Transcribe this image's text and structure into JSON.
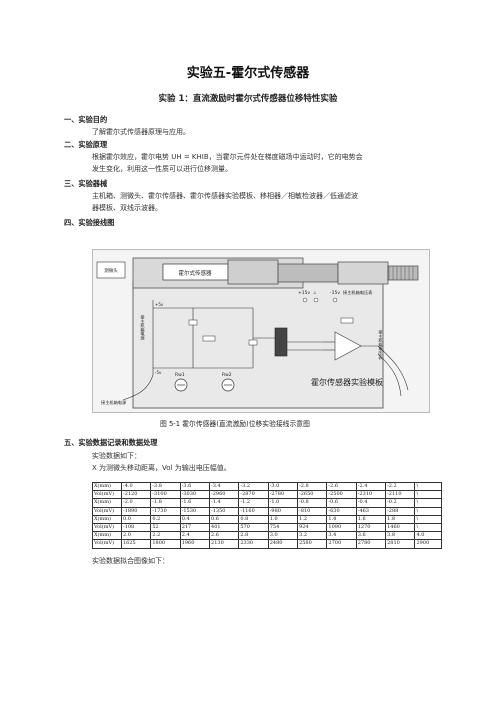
{
  "title": "实验五-霍尔式传感器",
  "subtitle": "实验 1：直流激励时霍尔式传感器位移特性实验",
  "sections": [
    {
      "heading": "一、实验目的",
      "lines": [
        "了解霍尔式传感器原理与应用。"
      ]
    },
    {
      "heading": "二、实验原理",
      "lines": [
        "根据霍尔效应，霍尔电势  UH = KHIB，当霍尔元件处在梯度磁场中运动时，它的电势会",
        "发生变化，利用这一性质可以进行位移测量。"
      ]
    },
    {
      "heading": "三、实验器械",
      "lines": [
        "主机箱、测微头、霍尔传感器、霍尔传感器实验模板、移相器／相敏检波器／低通滤波",
        "器模板、双线示波器。"
      ]
    },
    {
      "heading": "四、实验接线图",
      "lines": []
    }
  ],
  "figure": {
    "caption": "图 5-1    霍尔传感器(直流激励)位移实验接线示意图",
    "labels": {
      "micrometer": "测微头",
      "hall_sensor": "霍尔式传感器",
      "module": "霍尔传感器实验模板",
      "supply": "接主机箱电源",
      "meter": "接主机箱电压表",
      "rw1": "Rw1",
      "rw2": "Rw2",
      "plus15": "+15v",
      "minus15": "-15v",
      "ground": "⊥",
      "vplus": "+5v",
      "vminus": "-5v",
      "left_vertical": "接主机箱电源",
      "right_vertical": "接主机箱电压表"
    }
  },
  "section5": {
    "heading": "五、实验数据记录和数据处理",
    "line1": "实验数据如下：",
    "line2": "X 为测微头移动距离，Vol 为输出电压幅值。",
    "line3": "实验数据拟合图像如下："
  },
  "table": {
    "rows": [
      [
        "X(mm)",
        "-4.0",
        "-3.8",
        "-3.6",
        "-3.4",
        "-3.2",
        "-3.0",
        "-2.8",
        "-2.6",
        "-2.4",
        "-2.2",
        "\\"
      ],
      [
        "Vol(mV)",
        "-2120",
        "-3100",
        "-3030",
        "-2960",
        "-2870",
        "-2780",
        "-2650",
        "-2500",
        "-2310",
        "-2110",
        "\\"
      ],
      [
        "X(mm)",
        "-2.0",
        "-1.8",
        "-1.6",
        "-1.4",
        "-1.2",
        "-1.0",
        "-0.8",
        "-0.6",
        "-0.4",
        "-0.2",
        "\\"
      ],
      [
        "Vol(mV)",
        "-1890",
        "-1730",
        "-1530",
        "-1350",
        "-1160",
        "-980",
        "-810",
        "-630",
        "-463",
        "-288",
        "\\"
      ],
      [
        "X(mm)",
        "0.0",
        "0.2",
        "0.4",
        "0.6",
        "0.8",
        "1.0",
        "1.2",
        "1.4",
        "1.6",
        "1.8",
        "\\"
      ],
      [
        "Vol(mV)",
        "-108",
        "52",
        "217",
        "401",
        "570",
        "754",
        "924",
        "1090",
        "1270",
        "1460",
        "\\"
      ],
      [
        "X(mm)",
        "2.0",
        "2.2",
        "2.4",
        "2.6",
        "2.8",
        "3.0",
        "3.2",
        "3.4",
        "3.6",
        "3.8",
        "4.0"
      ],
      [
        "Vol(mV)",
        "1625",
        "1800",
        "1960",
        "2130",
        "2330",
        "2480",
        "2580",
        "2700",
        "2780",
        "2810",
        "2900"
      ]
    ]
  }
}
